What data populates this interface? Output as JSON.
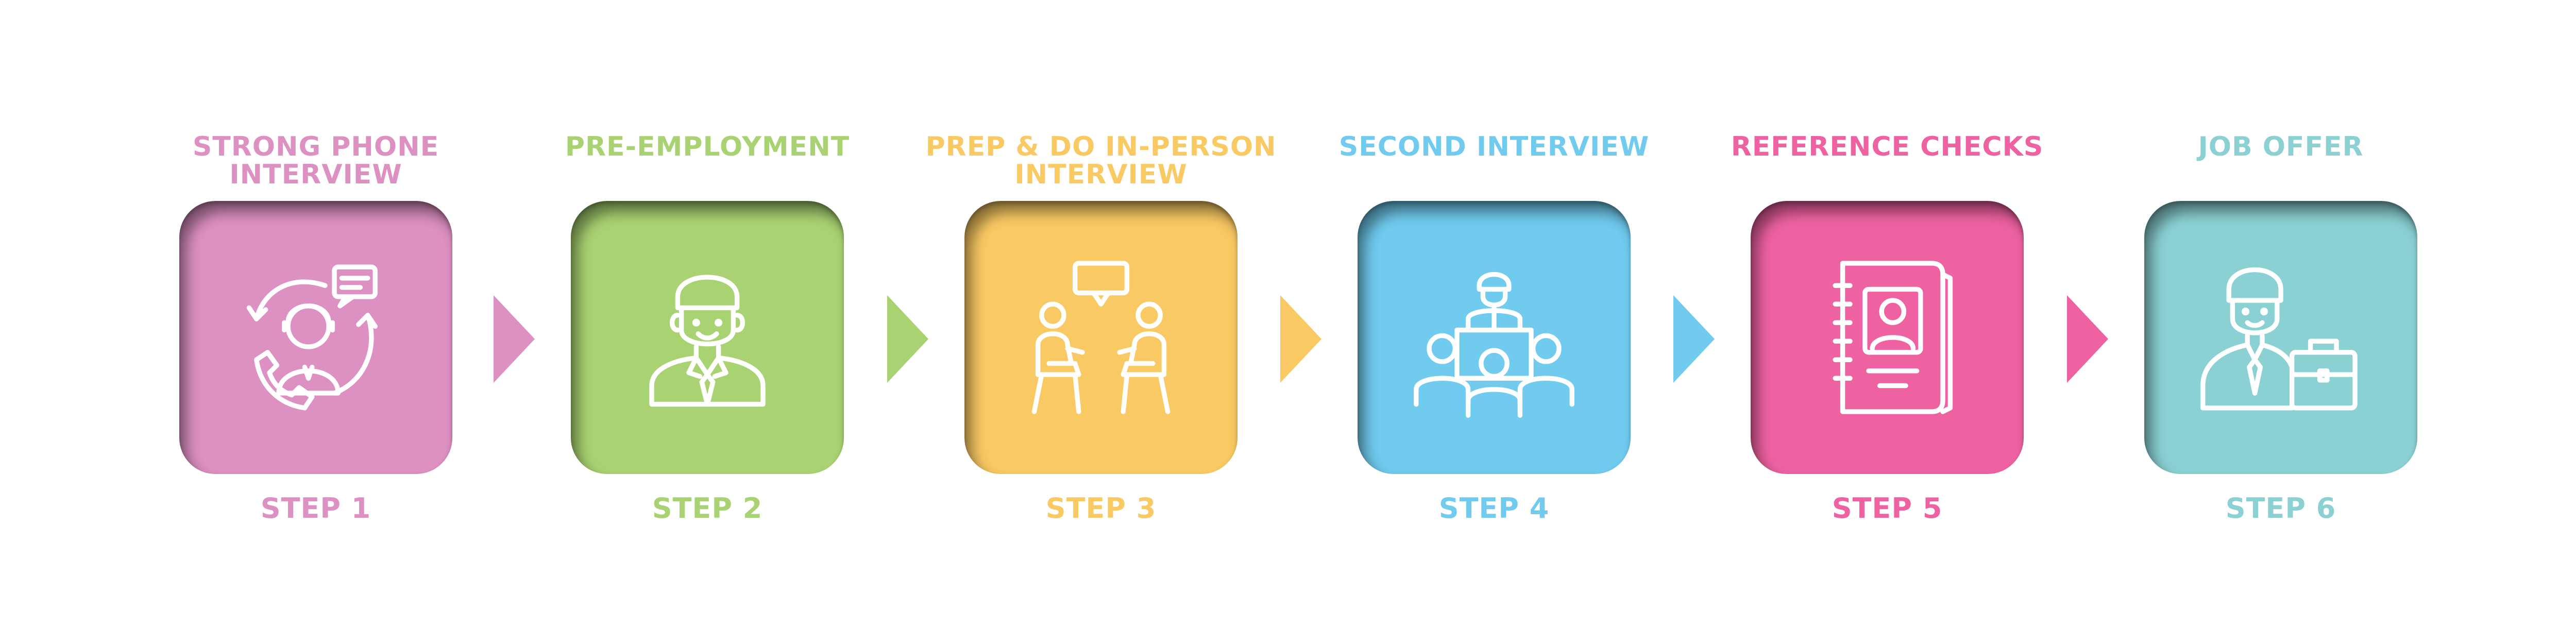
{
  "steps": [
    {
      "title": "STRONG PHONE\nINTERVIEW",
      "label": "STEP 1",
      "color": "#dd90c2",
      "text_color": "#dd90c2",
      "icon": "phone-interview-icon"
    },
    {
      "title": "PRE-EMPLOYMENT",
      "label": "STEP 2",
      "color": "#a9d372",
      "text_color": "#a9d372",
      "icon": "employee-icon"
    },
    {
      "title": "PREP & DO IN-PERSON\nINTERVIEW",
      "label": "STEP 3",
      "color": "#f9c963",
      "text_color": "#f9c963",
      "icon": "conversation-icon"
    },
    {
      "title": "SECOND INTERVIEW",
      "label": "STEP 4",
      "color": "#70cbef",
      "text_color": "#70cbef",
      "icon": "panel-interview-icon"
    },
    {
      "title": "REFERENCE CHECKS",
      "label": "STEP 5",
      "color": "#ef62a2",
      "text_color": "#ef62a2",
      "icon": "contact-book-icon"
    },
    {
      "title": "JOB OFFER",
      "label": "STEP 6",
      "color": "#8bd1d4",
      "text_color": "#8bd1d4",
      "icon": "businessman-briefcase-icon"
    }
  ],
  "arrows": [
    {
      "color": "#dd90c2"
    },
    {
      "color": "#a9d372"
    },
    {
      "color": "#f9c963"
    },
    {
      "color": "#70cbef"
    },
    {
      "color": "#ef62a2"
    }
  ]
}
